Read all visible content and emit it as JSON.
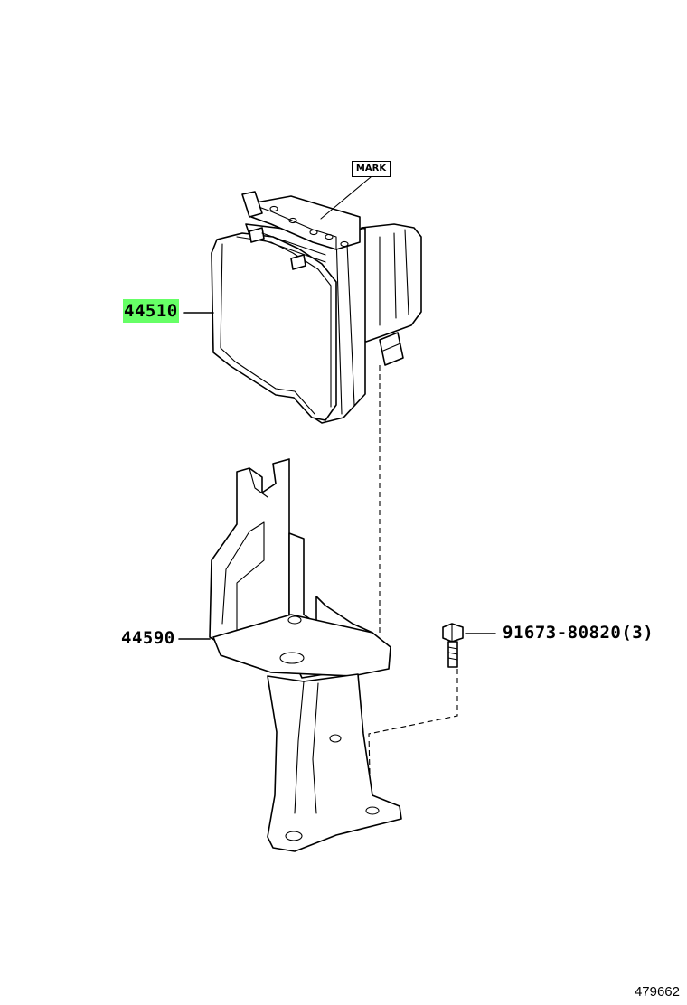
{
  "diagram": {
    "parts": [
      {
        "number": "44510",
        "highlighted": true,
        "highlight_color": "#66ff66"
      },
      {
        "number": "44590",
        "highlighted": false
      },
      {
        "number": "91673-80820",
        "quantity": "(3)",
        "highlighted": false
      }
    ],
    "mark_label": "MARK",
    "reference_number": "479662"
  }
}
